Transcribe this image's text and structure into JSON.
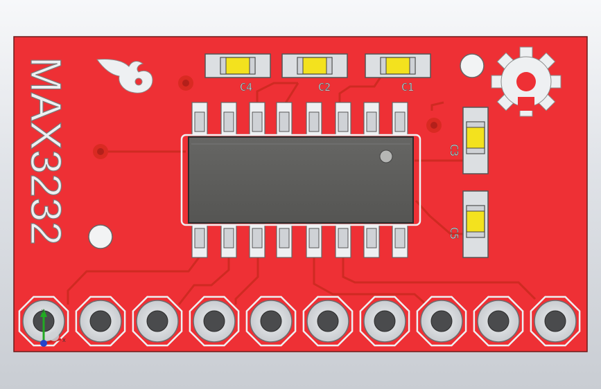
{
  "board": {
    "title": "MAX3232",
    "colors": {
      "background": "#e4e6ea",
      "pcb": "#ee3035",
      "trace": "#d42d24",
      "silkscreen": "#eef0f2",
      "pad": "#d8dadd",
      "ic_body": "#5c5c5a",
      "smd_cap": "#f2e01f"
    }
  },
  "capacitors": {
    "c1": "C1",
    "c2": "C2",
    "c3": "C3",
    "c4": "C4",
    "c5": "C5"
  },
  "logo_icon": "flame-logo-icon",
  "oshw_icon": "gear-icon",
  "triad_icon": "axis-triad-icon",
  "triad": {
    "y_label": "Y",
    "x_label": "X"
  }
}
